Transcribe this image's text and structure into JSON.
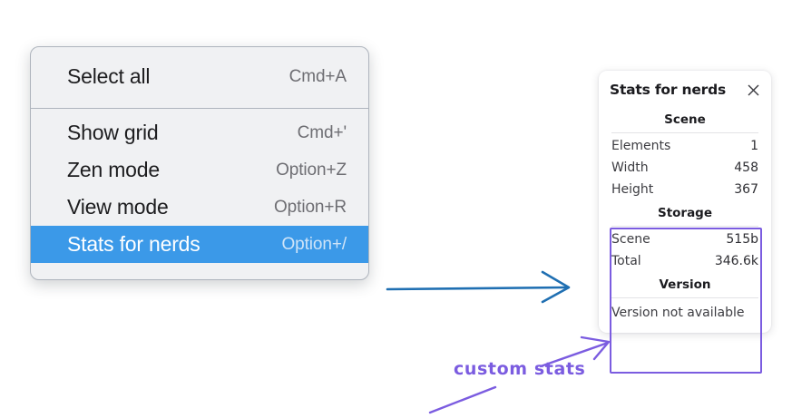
{
  "context_menu": {
    "groups": [
      {
        "items": [
          {
            "label": "Select all",
            "shortcut": "Cmd+A",
            "selected": false
          }
        ]
      },
      {
        "items": [
          {
            "label": "Show grid",
            "shortcut": "Cmd+'",
            "selected": false
          },
          {
            "label": "Zen mode",
            "shortcut": "Option+Z",
            "selected": false
          },
          {
            "label": "View mode",
            "shortcut": "Option+R",
            "selected": false
          },
          {
            "label": "Stats for nerds",
            "shortcut": "Option+/",
            "selected": true
          }
        ]
      }
    ],
    "selected_highlight_color": "#3b99e8"
  },
  "stats_panel": {
    "title": "Stats for nerds",
    "close_icon": "close-icon",
    "sections": [
      {
        "heading": "Scene",
        "rows": [
          {
            "label": "Elements",
            "value": "1"
          },
          {
            "label": "Width",
            "value": "458"
          },
          {
            "label": "Height",
            "value": "367"
          }
        ]
      },
      {
        "heading": "Storage",
        "rows": [
          {
            "label": "Scene",
            "value": "515b"
          },
          {
            "label": "Total",
            "value": "346.6k"
          }
        ]
      },
      {
        "heading": "Version",
        "note": "Version not available"
      }
    ]
  },
  "annotations": {
    "custom_stats_label": "custom stats",
    "highlight_color": "#7b5ce0",
    "arrow_color": "#1f6fb2"
  }
}
